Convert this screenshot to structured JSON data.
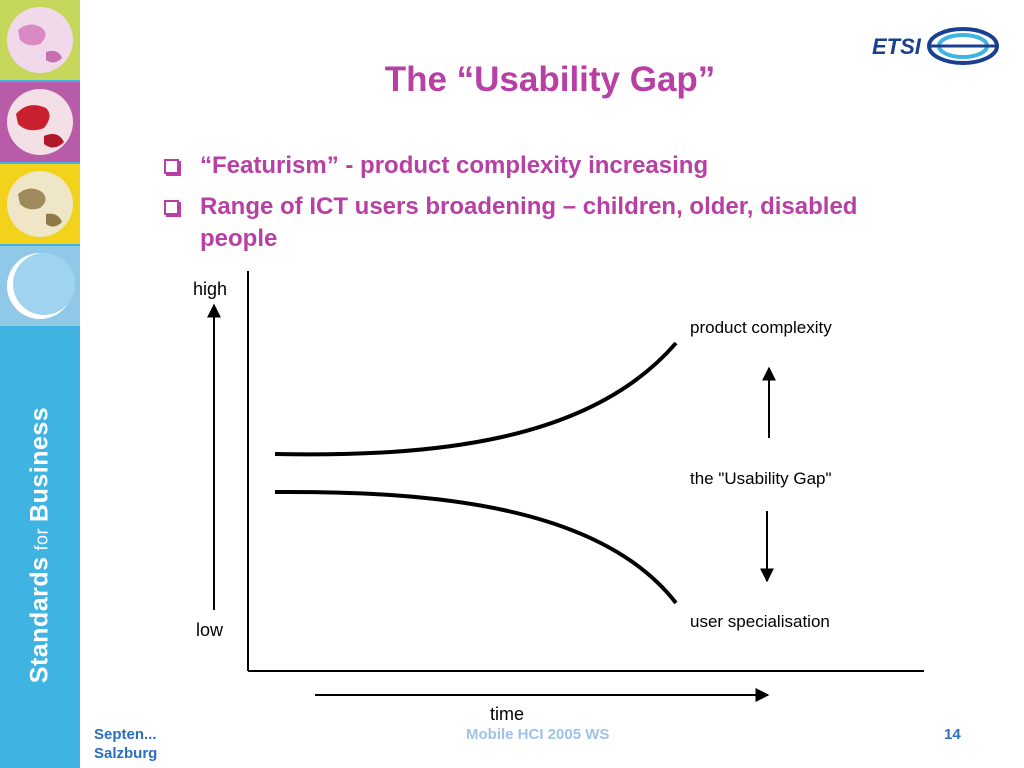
{
  "sidebar": {
    "brand_part1": "Standards",
    "brand_part2": "for",
    "brand_part3": "Business",
    "tile_colors": [
      "#c6d85c",
      "#b85ba8",
      "#f2d21a",
      "#90c8e8"
    ]
  },
  "logo": {
    "text": "ETSI"
  },
  "slide": {
    "title": "The “Usability Gap”",
    "bullets": [
      "“Featurism” - product complexity increasing",
      "Range of ICT users broadening – children, older, disabled people"
    ]
  },
  "diagram": {
    "y_high": "high",
    "y_low": "low",
    "x_label": "time",
    "upper_curve_label": "product complexity",
    "gap_label": "the \"Usability Gap\"",
    "lower_curve_label": "user specialisation"
  },
  "footer": {
    "date": "Septen...",
    "location": "Salzburg",
    "event": "Mobile HCI 2005 WS",
    "page": "14"
  },
  "colors": {
    "accent": "#b83fa4",
    "sidebar": "#3fb4e3",
    "footer": "#2b6fc1"
  }
}
